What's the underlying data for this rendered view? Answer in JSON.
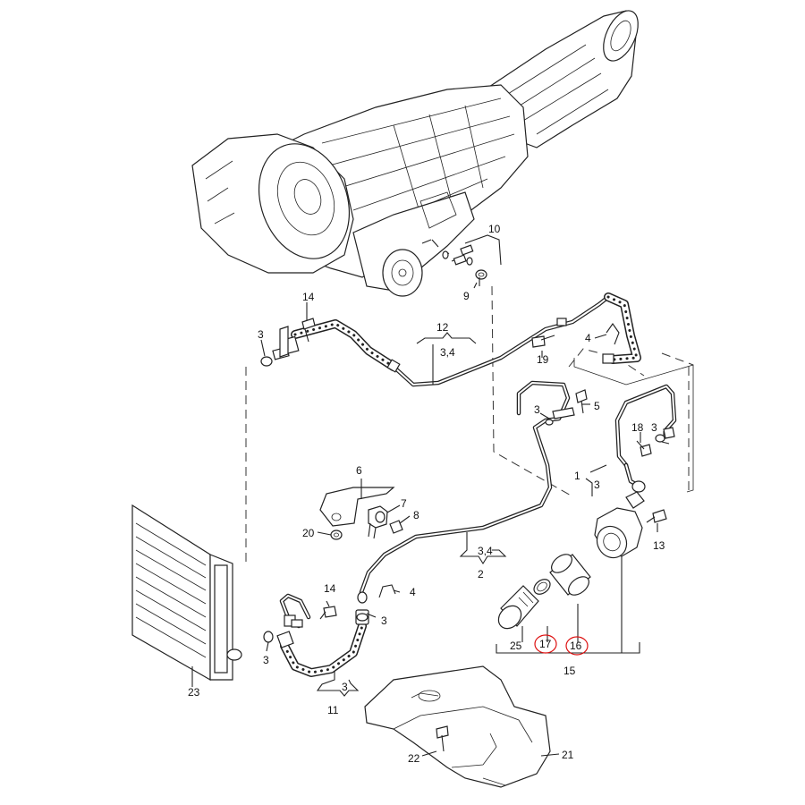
{
  "diagram": {
    "part_numbers": {
      "p1": "1",
      "p2": "2",
      "p3a": "3",
      "p3b": "3",
      "p3c": "3",
      "p3d": "3",
      "p3e": "3",
      "p3f": "3",
      "p3g": "3",
      "p34a": "3,4",
      "p34b": "3,4",
      "p4a": "4",
      "p4b": "4",
      "p5": "5",
      "p6": "6",
      "p7": "7",
      "p8": "8",
      "p9": "9",
      "p10": "10",
      "p11": "11",
      "p12": "12",
      "p13": "13",
      "p14a": "14",
      "p14b": "14",
      "p15": "15",
      "p16": "16",
      "p17": "17",
      "p18": "18",
      "p19": "19",
      "p20": "20",
      "p21": "21",
      "p22": "22",
      "p23": "23",
      "p25": "25"
    },
    "highlighted": [
      "17",
      "16"
    ],
    "highlight_color": "#d11111"
  }
}
